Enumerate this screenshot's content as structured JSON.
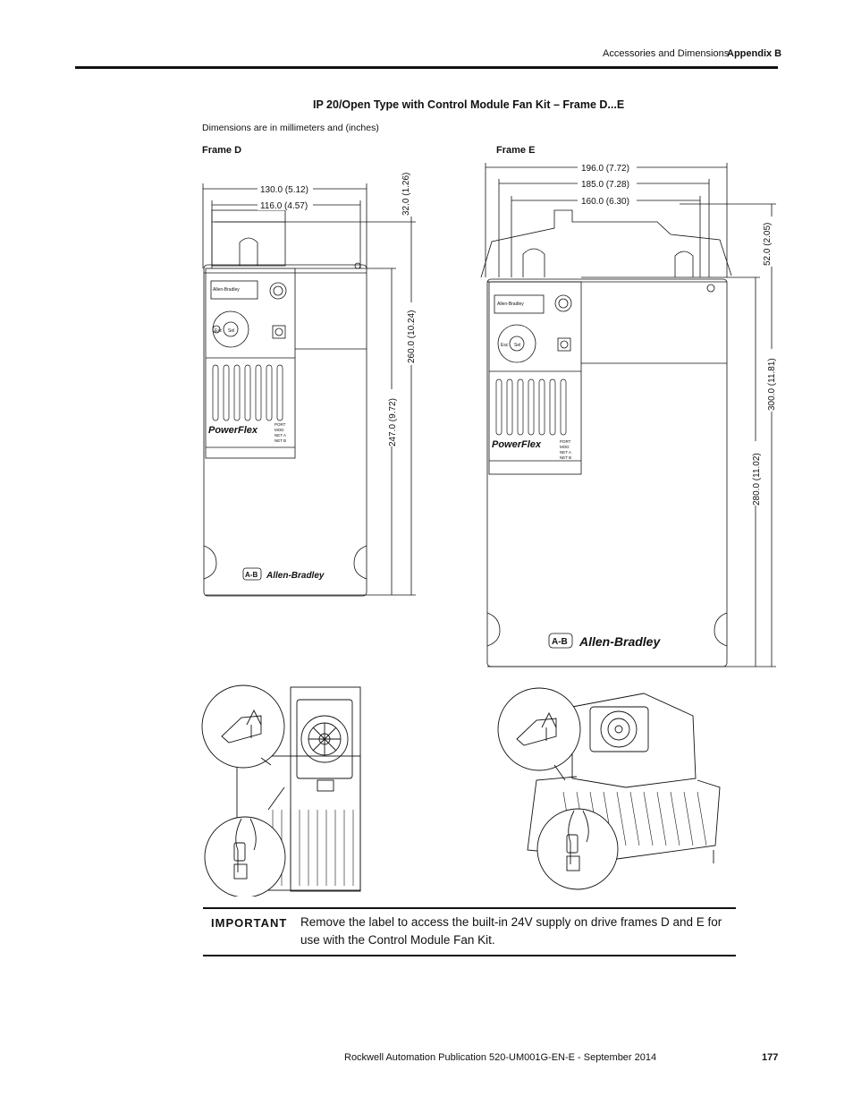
{
  "header": {
    "section": "Accessories and Dimensions",
    "appendix": "Appendix B"
  },
  "title": "IP 20/Open Type with Control Module Fan Kit – Frame D...E",
  "units_note": "Dimensions are in millimeters and (inches)",
  "frame_d": {
    "label": "Frame D",
    "dims": {
      "width_overall": "130.0 (5.12)",
      "width_inner": "116.0 (4.57)",
      "fan_height": "32.0 (1.26)",
      "height_overall": "260.0 (10.24)",
      "height_body": "247.0 (9.72)"
    },
    "drawing": {
      "brand": "Allen-Bradley",
      "ab_mark": "A-B",
      "product": "PowerFlex",
      "logo_small": "Allen-Bradley"
    }
  },
  "frame_e": {
    "label": "Frame E",
    "dims": {
      "width_overall": "196.0 (7.72)",
      "width_mid": "185.0 (7.28)",
      "width_inner": "160.0 (6.30)",
      "fan_height": "52.0 (2.05)",
      "height_overall": "300.0 (11.81)",
      "height_body": "280.0 (11.02)"
    },
    "drawing": {
      "brand": "Allen-Bradley",
      "ab_mark": "A-B",
      "product": "PowerFlex",
      "logo_small": "Allen-Bradley"
    }
  },
  "keypad": {
    "esc": "Esc",
    "sel": "Sel",
    "leds": [
      "PORT",
      "MOD",
      "NET A",
      "NET B"
    ]
  },
  "important": {
    "label": "IMPORTANT",
    "text": "Remove the label to access the built-in 24V supply on drive frames D and E for use with the Control Module Fan Kit."
  },
  "footer": {
    "publication": "Rockwell Automation Publication 520-UM001G-EN-E - September 2014",
    "page": "177"
  }
}
